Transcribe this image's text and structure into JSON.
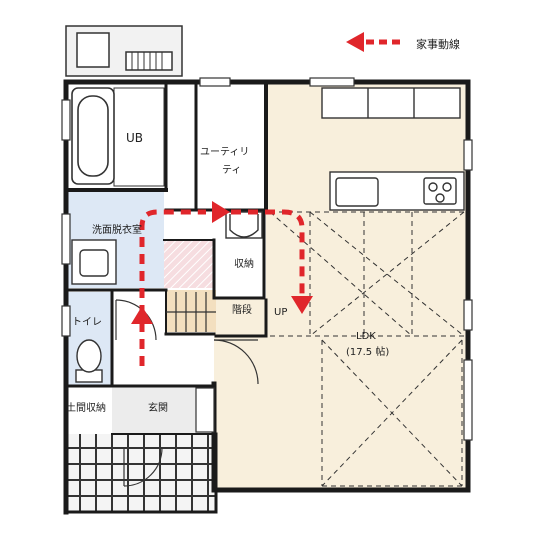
{
  "legend": {
    "label": "家事動線",
    "color": "#e0262b"
  },
  "rooms": {
    "ub": "UB",
    "utility_line1": "ユーティリ",
    "utility_line2": "ティ",
    "washroom": "洗面脱衣室",
    "storage": "収納",
    "stairs": "階段",
    "up": "UP",
    "toilet": "トイレ",
    "ldk": "LDK",
    "ldk_size": "(17.5 帖)",
    "doma_storage": "土間収納",
    "entrance": "玄関"
  },
  "colors": {
    "ldk_floor": "#f8efdc",
    "wash_floor": "#dde8f5",
    "toilet_floor": "#dde8f5",
    "stair_floor": "#f3dfbf",
    "entrance_floor": "#ececec",
    "pink_floor": "#f6dde0",
    "wall": "#1a1a1a",
    "route": "#e0262b"
  }
}
